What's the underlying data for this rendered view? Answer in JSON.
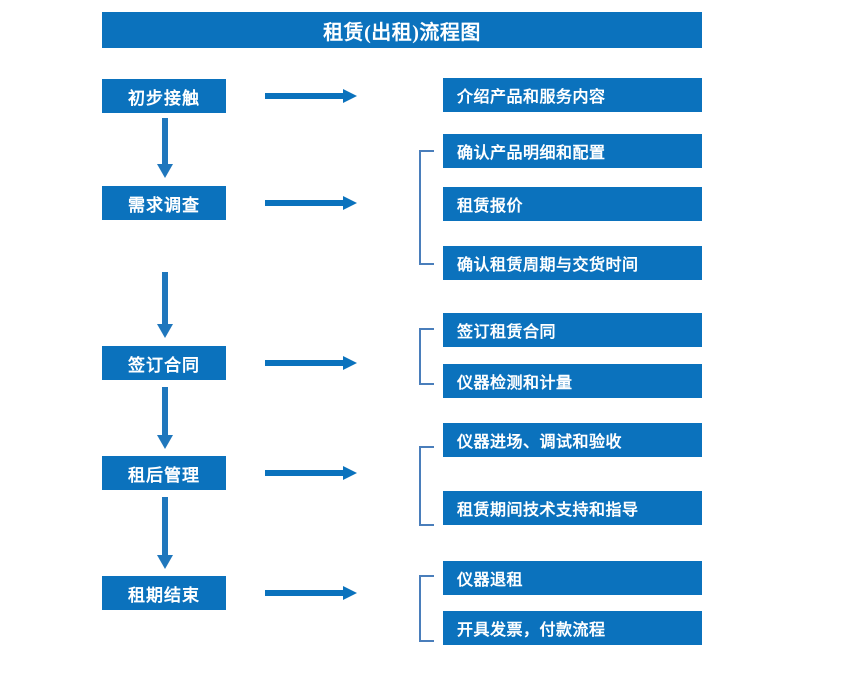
{
  "title": "租赁(出租)流程图",
  "colors": {
    "box_fill": "#0b72bd",
    "box_text": "#ffffff",
    "arrow": "#0b72bd",
    "vertical_arrow": "#1f77bd",
    "bracket": "#4a7ebb",
    "background": "#ffffff"
  },
  "stages": [
    {
      "label": "初步接触"
    },
    {
      "label": "需求调查"
    },
    {
      "label": "签订合同"
    },
    {
      "label": "租后管理"
    },
    {
      "label": "租期结束"
    }
  ],
  "details": [
    {
      "label": "介绍产品和服务内容"
    },
    {
      "label": "确认产品明细和配置"
    },
    {
      "label": "租赁报价"
    },
    {
      "label": "确认租赁周期与交货时间"
    },
    {
      "label": "签订租赁合同"
    },
    {
      "label": "仪器检测和计量"
    },
    {
      "label": "仪器进场、调试和验收"
    },
    {
      "label": "租赁期间技术支持和指导"
    },
    {
      "label": "仪器退租"
    },
    {
      "label": "开具发票，付款流程"
    }
  ],
  "groups": [
    {
      "stage": "初步接触",
      "details": [
        "介绍产品和服务内容"
      ]
    },
    {
      "stage": "需求调查",
      "details": [
        "确认产品明细和配置",
        "租赁报价",
        "确认租赁周期与交货时间"
      ]
    },
    {
      "stage": "签订合同",
      "details": [
        "签订租赁合同",
        "仪器检测和计量"
      ]
    },
    {
      "stage": "租后管理",
      "details": [
        "仪器进场、调试和验收",
        "租赁期间技术支持和指导"
      ]
    },
    {
      "stage": "租期结束",
      "details": [
        "仪器退租",
        "开具发票，付款流程"
      ]
    }
  ]
}
